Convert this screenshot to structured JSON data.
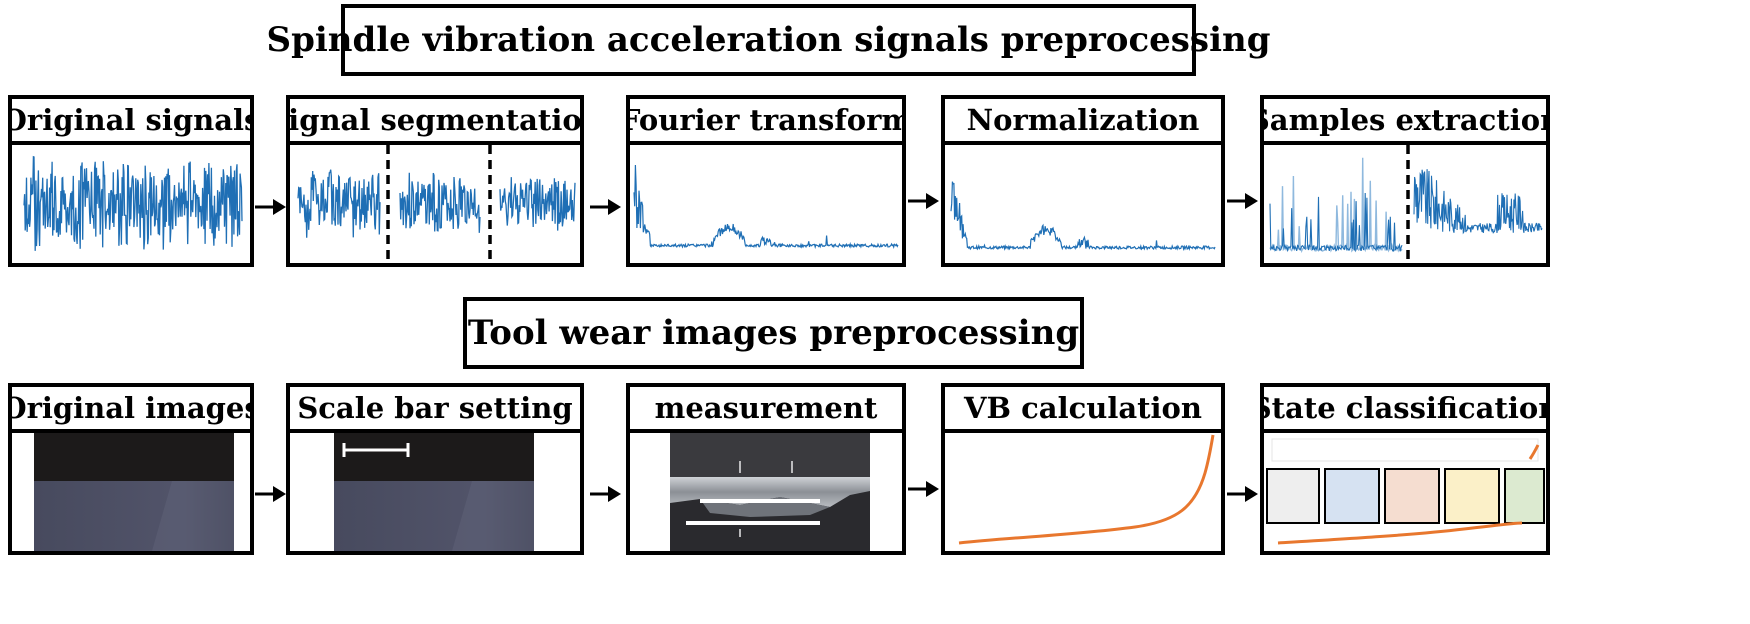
{
  "signal_section": {
    "title": "Spindle vibration acceleration signals preprocessing",
    "stages": [
      {
        "label": "Original signals"
      },
      {
        "label": "Signal segmentation"
      },
      {
        "label": "Fourier transform"
      },
      {
        "label": "Normalization"
      },
      {
        "label": "Samples extraction"
      }
    ]
  },
  "image_section": {
    "title": "Tool wear images preprocessing",
    "stages": [
      {
        "label": "Original images"
      },
      {
        "label": "Scale bar setting"
      },
      {
        "label": "measurement"
      },
      {
        "label": "VB calculation"
      },
      {
        "label": "State classification"
      }
    ]
  },
  "colors": {
    "signal_blue": "#1f6fb5",
    "signal_blue_light": "#8fb9de",
    "curve_orange": "#e8772e",
    "tool_dark": "#1c1a1a",
    "tool_face": "#4a4a5e",
    "class_1": "#eeeeee",
    "class_2": "#d6e2f2",
    "class_3": "#f5ddd0",
    "class_4": "#fbf0c8",
    "class_5": "#dcead0"
  },
  "icons": {
    "flow_arrow": "right-arrow-icon"
  }
}
